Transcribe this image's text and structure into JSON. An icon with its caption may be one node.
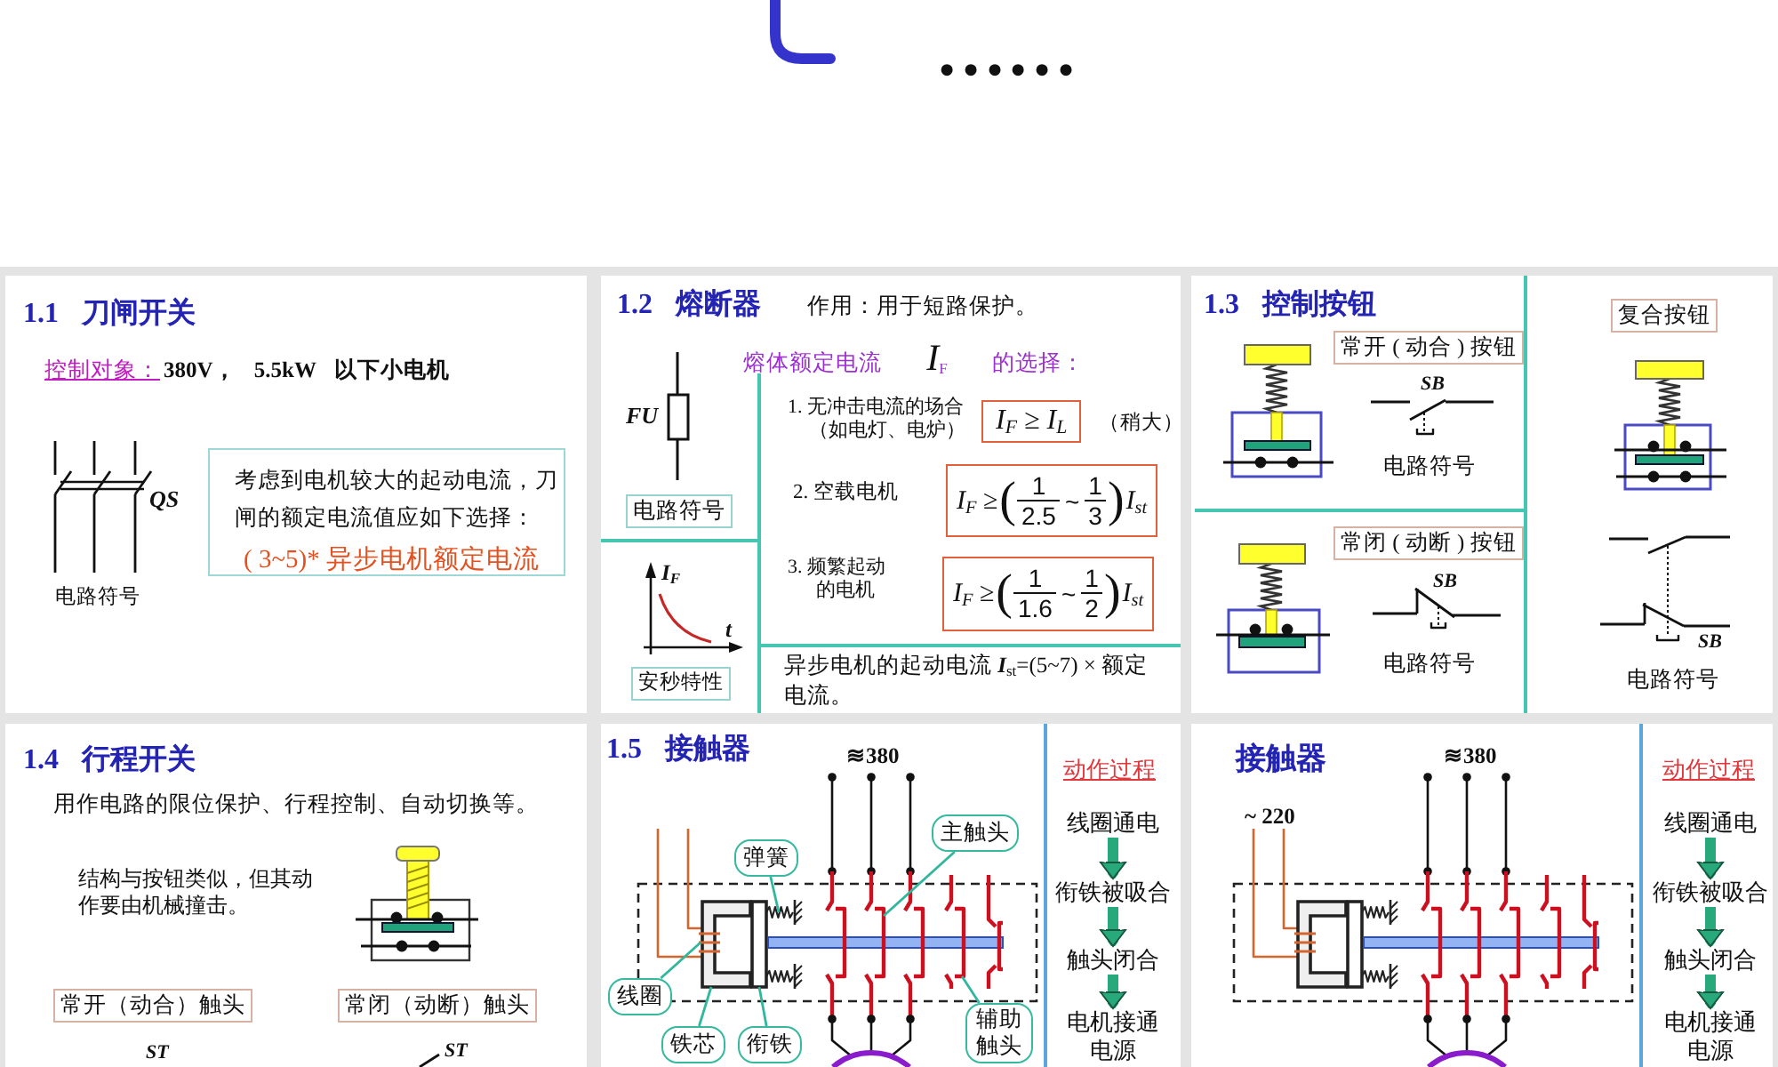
{
  "diagram": {
    "nodes": [
      {
        "text": [
          "1.1 刀闸开关"
        ]
      },
      {
        "text": [
          "考虑到电机较大的起动电流，刀闸的额定电流值应如下选择：",
          "( 3~5)* 异步电机额定电流"
        ],
        "in": 0
      },
      {
        "text": [
          "1.2 熔断器",
          "作用：用于短路保护。"
        ]
      },
      {
        "text": [
          "电路符号"
        ],
        "in": 2
      },
      {
        "text": [
          "安秒特性"
        ],
        "in": 2
      },
      {
        "text": [
          "I$_{F}$ ≥ I$_{L}$"
        ],
        "in": 2
      },
      {
        "text": [
          "I$_{F}$ ≥",
          "(",
          "1",
          "2.5",
          "~",
          "1",
          "3",
          ")",
          "I$_{st}$"
        ],
        "in": 2
      },
      {
        "text": [
          "I$_{F}$ ≥",
          "(",
          "1",
          "1.6",
          "~",
          "1",
          "2",
          ")",
          "I$_{st}$"
        ],
        "in": 2
      },
      {
        "text": [
          "1.3 控制按钮"
        ]
      },
      {
        "text": [
          "常开 ( 动合 ) 按钮"
        ],
        "in": 8
      },
      {
        "text": [
          "常闭 ( 动断 ) 按钮"
        ],
        "in": 8
      },
      {
        "text": [
          "复合按钮"
        ],
        "in": 8
      },
      {
        "text": [
          "1.4 行程开关"
        ]
      },
      {
        "text": [
          "常开（动合）触头"
        ],
        "in": 12
      },
      {
        "text": [
          "常闭（动断）触头"
        ],
        "in": 12
      },
      {
        "text": [
          "1.5 接触器"
        ]
      },
      {
        "text": [
          "弹簧"
        ],
        "in": 15
      },
      {
        "text": [
          "主触头"
        ],
        "in": 15
      },
      {
        "text": [
          "线圈"
        ],
        "in": 15
      },
      {
        "text": [
          "铁芯"
        ],
        "in": 15
      },
      {
        "text": [
          "衔铁"
        ],
        "in": 15
      },
      {
        "text": [
          "辅助触头"
        ],
        "in": 15
      },
      {
        "text": [
          "线圈通电"
        ],
        "in": 15
      },
      {
        "text": [
          "衔铁被吸合"
        ],
        "in": 15
      },
      {
        "text": [
          "触头闭合"
        ],
        "in": 15
      },
      {
        "text": [
          "电机接通电源"
        ],
        "in": 15
      },
      {
        "text": [
          "接触器"
        ]
      },
      {
        "text": [
          "线圈通电"
        ],
        "in": 26
      },
      {
        "text": [
          "衔铁被吸合"
        ],
        "in": 26
      },
      {
        "text": [
          "触头闭合"
        ],
        "in": 26
      },
      {
        "text": [
          "电机接通电源"
        ],
        "in": 26
      }
    ],
    "edges": [
      {
        "from": 16,
        "to": null,
        "arrow": "none"
      },
      {
        "from": 17,
        "to": null,
        "arrow": "none"
      },
      {
        "from": 18,
        "to": null,
        "arrow": "none"
      },
      {
        "from": 19,
        "to": null,
        "arrow": "none"
      },
      {
        "from": 20,
        "to": null,
        "arrow": "none"
      },
      {
        "from": 21,
        "to": null,
        "arrow": "none"
      },
      {
        "from": 22,
        "to": 23,
        "arrow": "to",
        "style": "thick",
        "color": "#27a97c"
      },
      {
        "from": 23,
        "to": 24,
        "arrow": "to",
        "style": "thick",
        "color": "#27a97c"
      },
      {
        "from": 24,
        "to": 25,
        "arrow": "to",
        "style": "thick",
        "color": "#27a97c"
      },
      {
        "from": 27,
        "to": 28,
        "arrow": "to",
        "style": "thick",
        "color": "#27a97c"
      },
      {
        "from": 28,
        "to": 29,
        "arrow": "to",
        "style": "thick",
        "color": "#27a97c"
      },
      {
        "from": 29,
        "to": 30,
        "arrow": "to",
        "style": "thick",
        "color": "#27a97c"
      }
    ],
    "labels": [
      "……",
      "控制对象：",
      "380V， 5.5kW 以下小电机",
      "QS",
      "电路符号",
      "FU",
      "熔体额定电流 *I*$_{F}$ 的选择：",
      "1. 无冲击电流的场合（如电灯、电炉）",
      "（稍大）",
      "2. 空载电机",
      "3. 频繁起动的电机",
      "I$_{F}$",
      "t",
      "异步电机的起动电流 *I*$_{st}$=(5~7) × 额定电流。",
      "SB",
      "电路符号",
      "SB",
      "电路符号",
      "SB",
      "电路符号",
      "用作电路的限位保护、行程控制、自动切换等。",
      "结构与按钮类似，但其动作要由机械撞击。",
      "ST",
      "ST",
      "≋380",
      "动作过程",
      "≋380",
      "~ 220",
      "动作过程"
    ]
  }
}
